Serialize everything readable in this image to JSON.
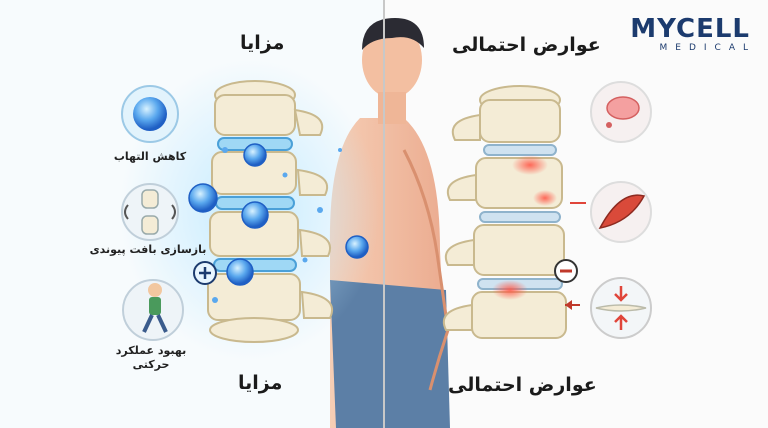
{
  "brand": {
    "name": "MYCELL",
    "sub": "MEDICAL"
  },
  "left": {
    "title_top": "مزایا",
    "title_bottom": "مزایا",
    "benefits": [
      {
        "icon": "stem-cell-icon",
        "label": "کاهش التهاب"
      },
      {
        "icon": "knee-joint-icon",
        "label": "بازسازی بافت پیوندی"
      },
      {
        "icon": "walking-person-icon",
        "label": "بهبود عملکرد حرکتی"
      }
    ]
  },
  "right": {
    "title_top": "عوارض احتمالی",
    "title_bottom": "عوارض احتمالی",
    "risks": [
      {
        "icon": "thought-cloud-icon"
      },
      {
        "icon": "muscle-fiber-icon"
      },
      {
        "icon": "compressed-disc-icon"
      }
    ]
  },
  "colors": {
    "cell": "#2f7de0",
    "glow": "#8fd3f5",
    "pain": "#e0453a",
    "bone": "#f4ecd6",
    "skin": "#f2b79a"
  }
}
